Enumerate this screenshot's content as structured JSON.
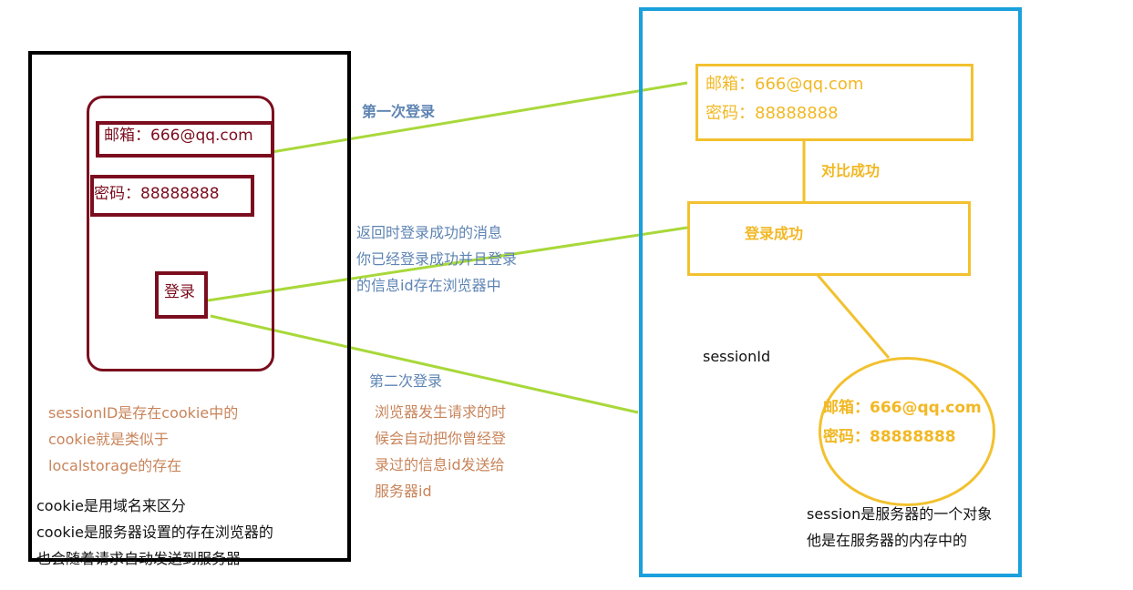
{
  "client": {
    "email_field": "邮箱：666@qq.com",
    "password_field": "密码：88888888",
    "login_button": "登录",
    "note_session": [
      "sessionID是存在cookie中的",
      "cookie就是类似于",
      "localstorage的存在"
    ],
    "note_cookie": [
      "cookie是用域名来区分",
      "cookie是服务器设置的存在浏览器的",
      "也会随着请求自动发送到服务器"
    ]
  },
  "flow": {
    "first_login": "第一次登录",
    "return_message": [
      "返回时登录成功的消息",
      "你已经登录成功并且登录",
      "的信息id存在浏览器中"
    ],
    "second_login": "第二次登录",
    "second_desc": [
      "浏览器发生请求的时",
      "候会自动把你曾经登",
      "录过的信息id发送给",
      "服务器id"
    ]
  },
  "server": {
    "cred_email": "邮箱：666@qq.com",
    "cred_password": "密码：88888888",
    "compare_success": "对比成功",
    "login_success": "登录成功",
    "session_id_label": "sessionId",
    "session_email": "邮箱：666@qq.com",
    "session_password": "密码：88888888",
    "session_note": [
      "session是服务器的一个对象",
      "他是在服务器的内存中的"
    ]
  },
  "colors": {
    "client_accent": "#7b0d1e",
    "server_frame": "#1aa0dc",
    "server_accent": "#f2c12e",
    "arrow_green": "#a8d83a",
    "flow_text_blue": "#5e84b3",
    "note_tan": "#c8845a"
  }
}
